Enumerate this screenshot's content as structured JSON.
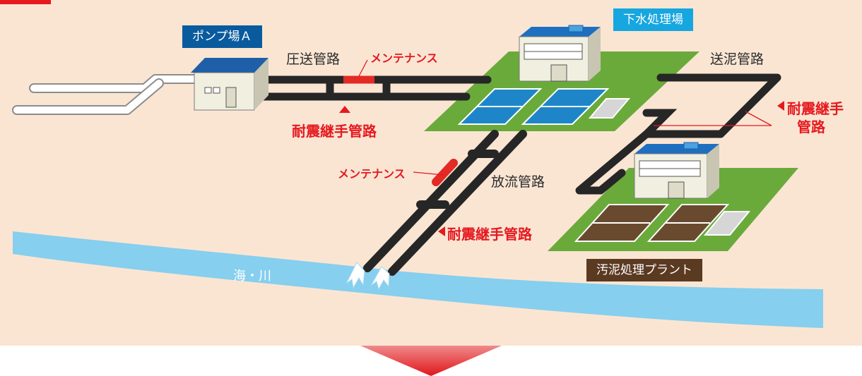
{
  "colors": {
    "background": "#fae5d3",
    "river": "#86cfee",
    "pipe": "#262626",
    "maintenance_pipe": "#e32a24",
    "site_green": "#6aaa3a",
    "arrow_red": "#e5191f"
  },
  "labels": {
    "pump_station": "ポンプ場Ａ",
    "sewage_plant": "下水処理場",
    "sludge_plant": "汚泥処理プラント",
    "pressure_pipe": "圧送管路",
    "sludge_pipe": "送泥管路",
    "discharge_pipe": "放流管路",
    "maintenance_top": "メンテナンス",
    "maintenance_mid": "メンテナンス",
    "seismic_top": "耐震継手管路",
    "seismic_mid": "耐震継手管路",
    "seismic_right_line1": "耐震継手",
    "seismic_right_line2": "管路",
    "river": "海・川"
  },
  "icons": {
    "seismic_top_pointer": "triangle-up-icon",
    "seismic_mid_pointer": "triangle-left-icon",
    "seismic_right_pointer": "triangle-left-icon",
    "bottom_arrow": "chevron-down-arrow-icon"
  }
}
